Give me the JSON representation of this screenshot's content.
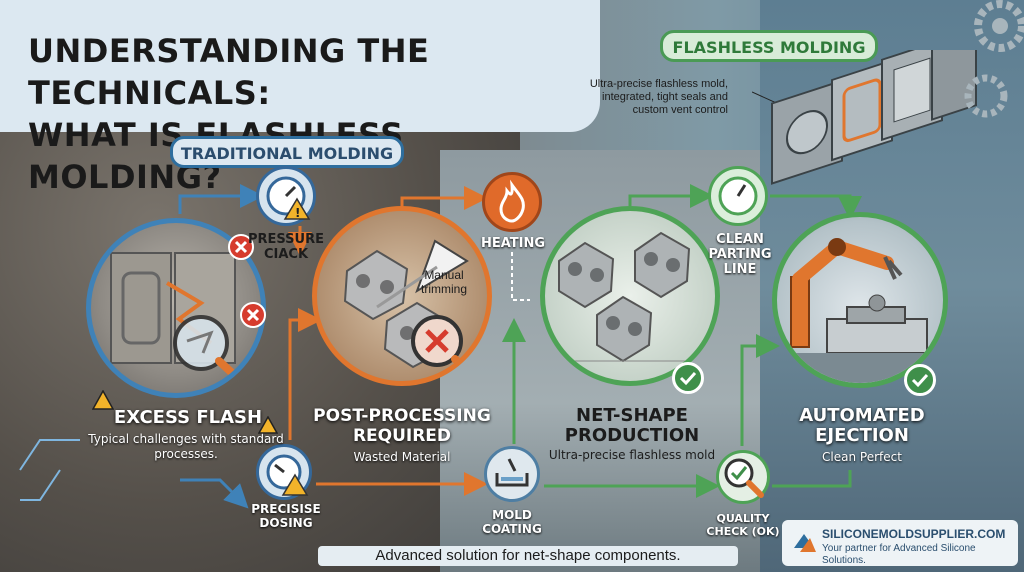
{
  "title": {
    "line1": "UNDERSTANDING THE TECHNICALS:",
    "line2": "WHAT IS FLASHLESS MOLDING?"
  },
  "sections": {
    "traditional": "TRADITIONAL MOLDING",
    "flashless": "FLASHLESS MOLDING"
  },
  "flashless_description": "Ultra-precise flashless mold, integrated, tight seals and custom vent control",
  "stages": {
    "excess_flash": {
      "heading": "EXCESS FLASH",
      "text": "Typical challenges with standard processes."
    },
    "post_processing": {
      "heading": "POST-PROCESSING REQUIRED",
      "text": "Wasted Material",
      "callout": "Manual trimming"
    },
    "net_shape": {
      "heading": "NET-SHAPE PRODUCTION",
      "text": "Ultra-precise flashless mold"
    },
    "automated": {
      "heading": "AUTOMATED EJECTION",
      "text": "Clean Perfect"
    }
  },
  "steps": {
    "pressure": "PRESSURE CIACK",
    "heating": "HEATING",
    "clean_parting": "CLEAN PARTING LINE",
    "dosing": "PRECISISE DOSING",
    "coating": "MOLD COATING",
    "quality": "QUALITY CHECK (OK)"
  },
  "bottom_caption": "Advanced solution for net-shape components.",
  "brand": {
    "name": "SILICONEMOLDSUPPLIER.COM",
    "tagline": "Your partner for Advanced Silicone Solutions."
  },
  "colors": {
    "traditional_blue": "#3f82b8",
    "process_orange": "#e0762e",
    "flashless_green": "#4ea356",
    "error_red": "#d63c2e"
  },
  "icons": [
    "gauge-icon",
    "flame-icon",
    "warning-icon",
    "x-icon",
    "check-icon",
    "magnifier-icon",
    "robot-arm-icon",
    "mold-part-icon"
  ]
}
